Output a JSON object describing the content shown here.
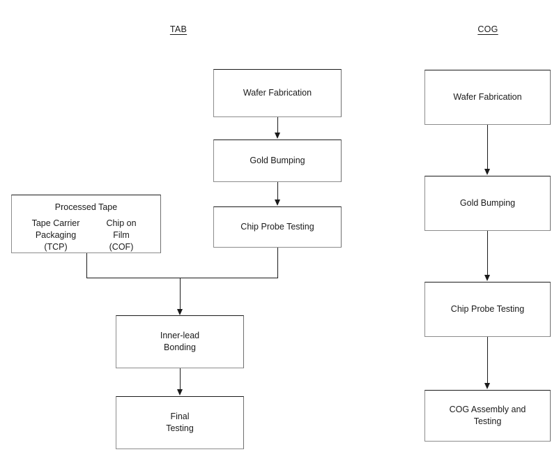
{
  "diagram": {
    "title_tab": "TAB",
    "title_cog": "COG"
  },
  "tab_flow": {
    "nodes": [
      {
        "id": "tab-wafer-fabrication",
        "label": "Wafer Fabrication"
      },
      {
        "id": "tab-gold-bumping",
        "label": "Gold Bumping"
      },
      {
        "id": "tab-chip-probe-testing",
        "label": "Chip Probe Testing"
      },
      {
        "id": "tab-inner-lead-bonding",
        "label": "Inner-lead\nBonding"
      },
      {
        "id": "tab-final-testing",
        "label": "Final\nTesting"
      }
    ],
    "processed_tape": {
      "title": "Processed Tape",
      "left": "Tape Carrier\nPackaging\n(TCP)",
      "right": "Chip on\nFilm\n(COF)"
    }
  },
  "cog_flow": {
    "nodes": [
      {
        "id": "cog-wafer-fabrication",
        "label": "Wafer Fabrication"
      },
      {
        "id": "cog-gold-bumping",
        "label": "Gold Bumping"
      },
      {
        "id": "cog-chip-probe-testing",
        "label": "Chip Probe Testing"
      },
      {
        "id": "cog-assembly-and-testing",
        "label": "COG Assembly and\nTesting"
      }
    ]
  },
  "colors": {
    "line": "#1a1a1a",
    "box_border": "#8c8c8c",
    "text": "#1a1a1a",
    "background": "#ffffff"
  }
}
